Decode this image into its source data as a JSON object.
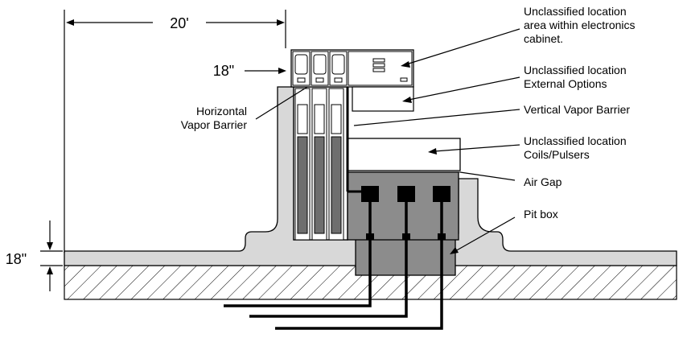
{
  "dimensions": {
    "width_label": "20'",
    "inset_label": "18\"",
    "height_label": "18\""
  },
  "labels": {
    "electronics_l1": "Unclassified location",
    "electronics_l2": "area within electronics",
    "electronics_l3": "cabinet.",
    "options_l1": "Unclassified location",
    "options_l2": "External Options",
    "vertical_barrier": "Vertical Vapor Barrier",
    "coils_l1": "Unclassified location",
    "coils_l2": "Coils/Pulsers",
    "air_gap": "Air Gap",
    "pit_box": "Pit box",
    "horizontal_l1": "Horizontal",
    "horizontal_l2": "Vapor Barrier"
  },
  "colors": {
    "island": "#d8d8d8",
    "pit": "#8c8c8c",
    "column": "#6e6e6e",
    "ink": "#000000"
  }
}
